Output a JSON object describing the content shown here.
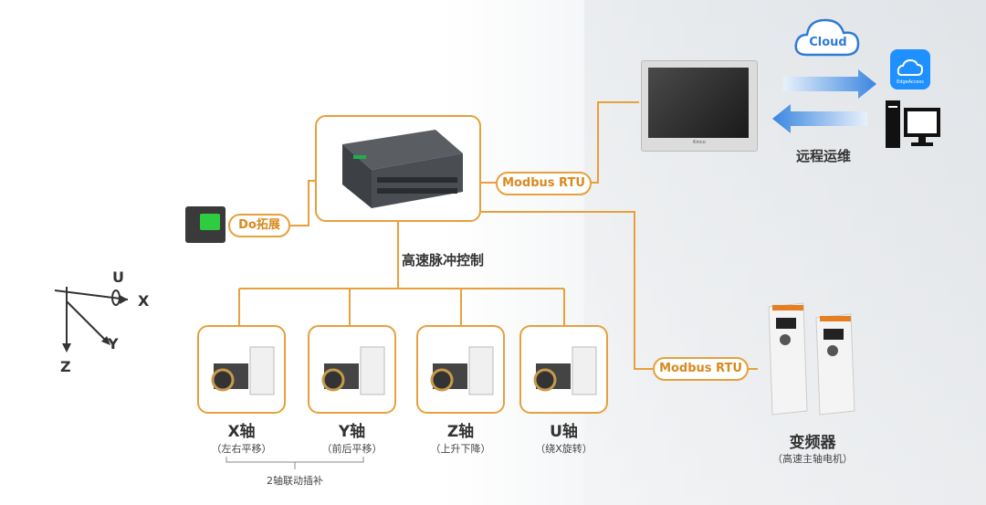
{
  "cloud": {
    "label": "Cloud"
  },
  "remote": {
    "label": "远程运维"
  },
  "edge_icon": {
    "label": "EdgeAccess"
  },
  "hmi": {
    "brand": "Kinco"
  },
  "links": {
    "modbus_hmi": "Modbus RTU",
    "modbus_vfd": "Modbus RTU",
    "do_ext": "Do拓展",
    "pulse": "高速脉冲控制"
  },
  "axes": {
    "u": "U",
    "x": "X",
    "y": "Y",
    "z": "Z"
  },
  "servos": [
    {
      "name": "X轴",
      "desc": "（左右平移）"
    },
    {
      "name": "Y轴",
      "desc": "（前后平移）"
    },
    {
      "name": "Z轴",
      "desc": "（上升下降）"
    },
    {
      "name": "U轴",
      "desc": "（绕X旋转）"
    }
  ],
  "interp": "2轴联动插补",
  "vfd": {
    "name": "变频器",
    "desc": "（高速主轴电机）"
  },
  "colors": {
    "accent": "#e6a03c",
    "arrow": "#4a90e2",
    "cloud": "#2e7bd6"
  }
}
